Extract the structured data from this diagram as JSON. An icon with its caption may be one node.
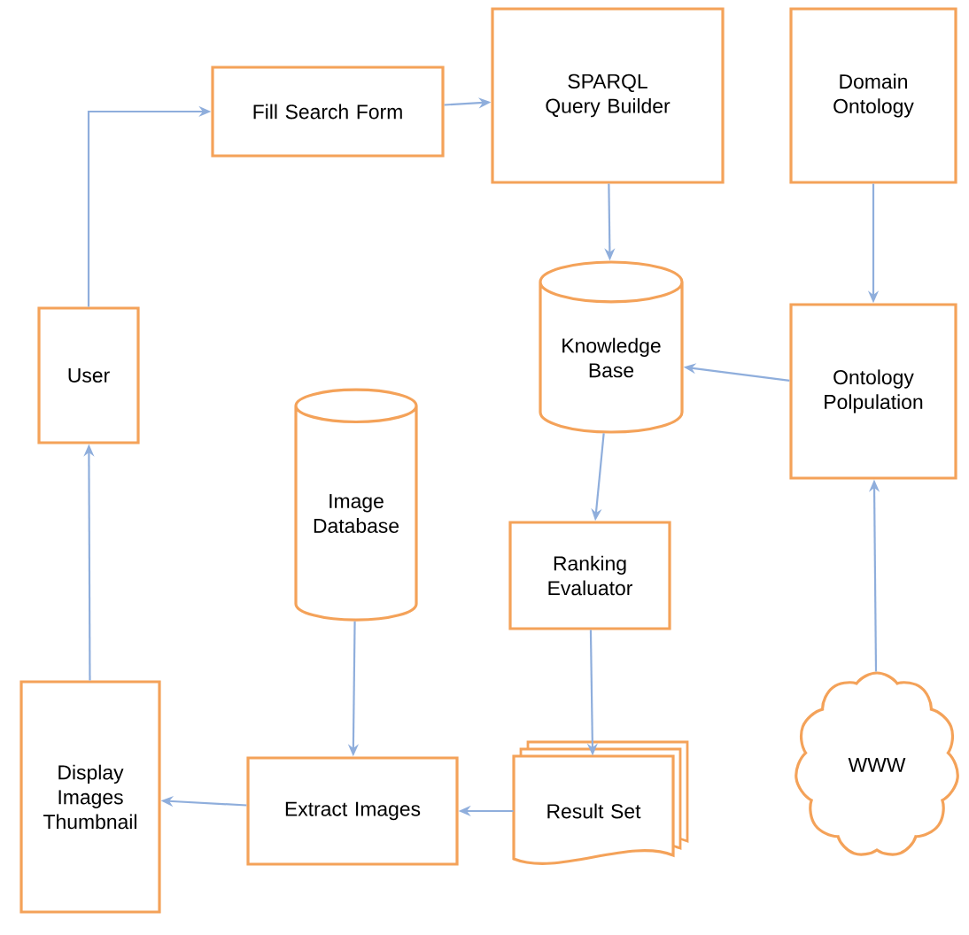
{
  "diagram": {
    "nodes": [
      {
        "text": [
          "Fill Search Form"
        ]
      },
      {
        "text": [
          "SPARQL Query Builder"
        ]
      },
      {
        "text": [
          "Domain Ontology"
        ]
      },
      {
        "text": [
          "Knowledge Base"
        ]
      },
      {
        "text": [
          "User"
        ]
      },
      {
        "text": [
          "Ontology Polpulation"
        ]
      },
      {
        "text": [
          "Image Database"
        ]
      },
      {
        "text": [
          "Ranking Evaluator"
        ]
      },
      {
        "text": [
          "Display Images Thumbnail"
        ]
      },
      {
        "text": [
          "Extract Images"
        ]
      },
      {
        "text": [
          "Result Set"
        ]
      },
      {
        "text": [
          "WWW"
        ]
      }
    ],
    "edges": [
      {
        "from": 8,
        "to": 4,
        "arrow": "to"
      },
      {
        "from": 4,
        "to": 0,
        "arrow": "to"
      },
      {
        "from": 0,
        "to": 1,
        "arrow": "to"
      },
      {
        "from": 1,
        "to": 3,
        "arrow": "to"
      },
      {
        "from": 2,
        "to": 5,
        "arrow": "to"
      },
      {
        "from": 5,
        "to": 3,
        "arrow": "to"
      },
      {
        "from": 3,
        "to": 7,
        "arrow": "to"
      },
      {
        "from": 7,
        "to": 10,
        "arrow": "to"
      },
      {
        "from": 10,
        "to": 9,
        "arrow": "to"
      },
      {
        "from": 6,
        "to": 9,
        "arrow": "to"
      },
      {
        "from": 9,
        "to": 8,
        "arrow": "to"
      },
      {
        "from": 11,
        "to": 5,
        "arrow": "to"
      }
    ]
  }
}
